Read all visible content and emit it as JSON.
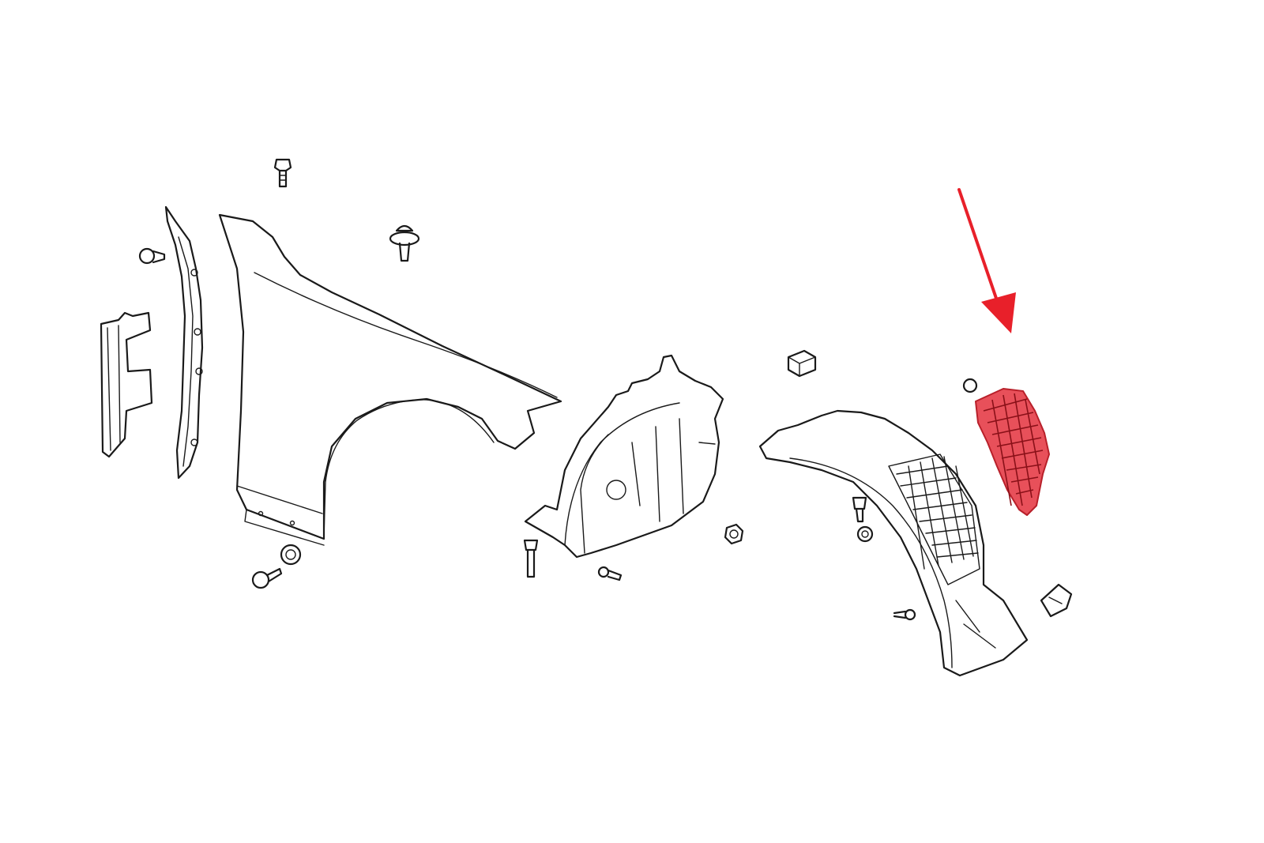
{
  "diagram": {
    "highlight_color": "#e8202a",
    "line_color": "#1a1a1a",
    "background_color": "#ffffff",
    "parts": [
      "pillar-trim-panel",
      "a-pillar-bracket",
      "front-fender",
      "front-liner-section",
      "wheel-arch-liner",
      "rear-liner-section-highlighted",
      "clip-fasteners",
      "bolts",
      "nuts"
    ],
    "arrow_icon": "arrow-down-right-icon"
  }
}
